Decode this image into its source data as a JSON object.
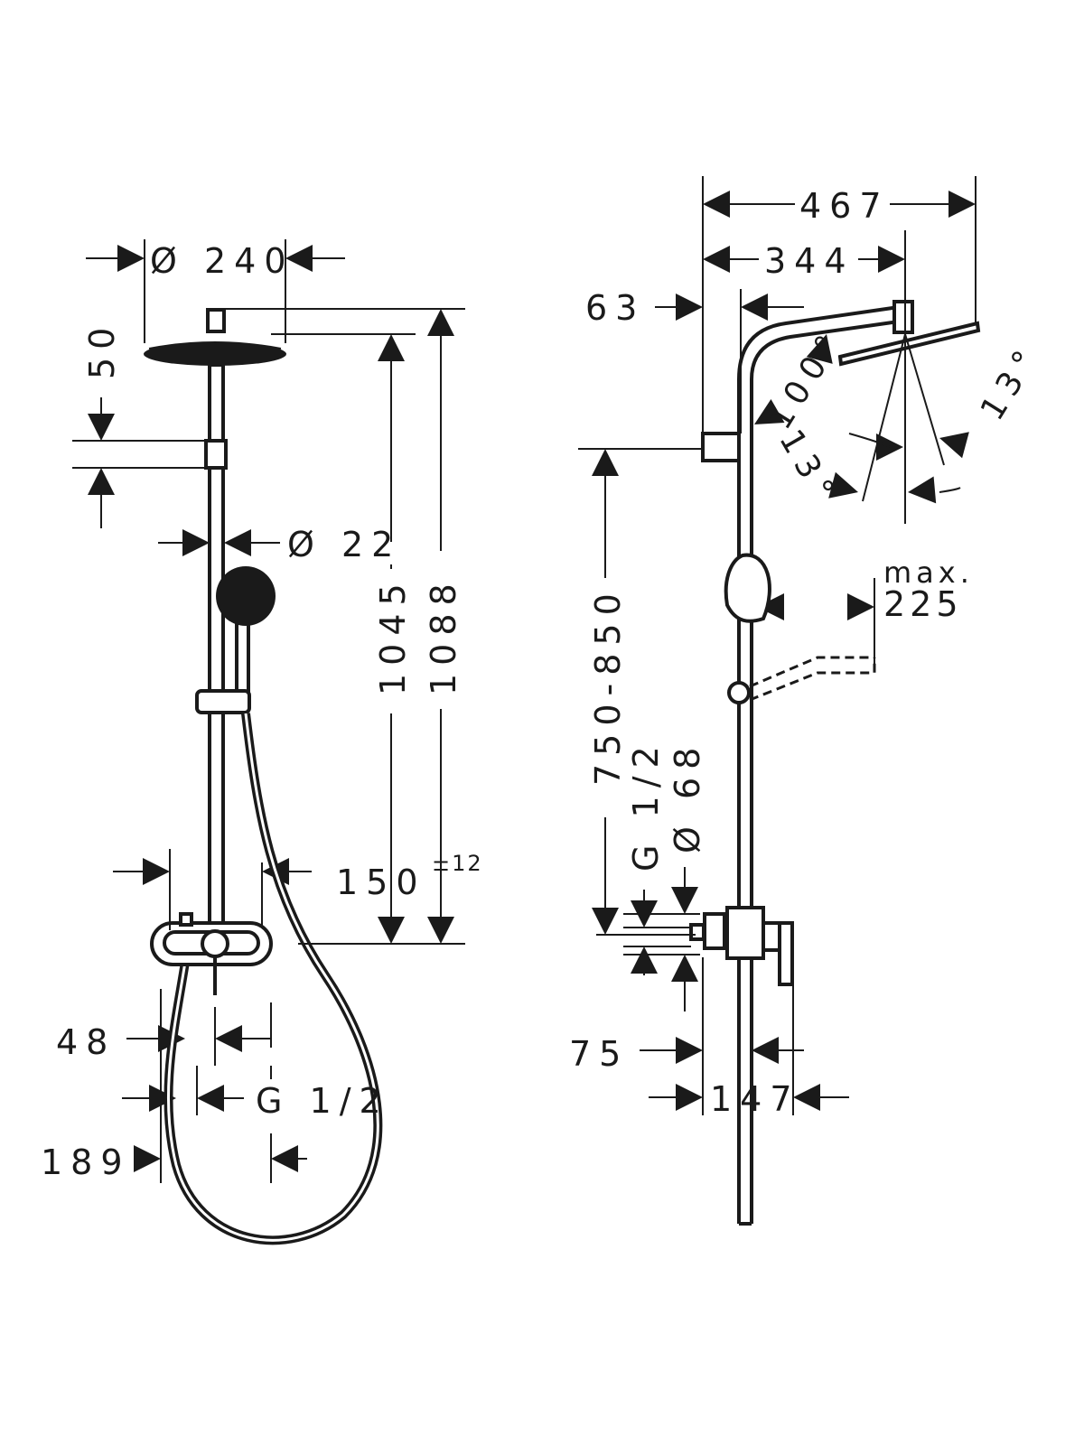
{
  "front_view": {
    "head_diameter": "Ø 240",
    "slider_height": "50",
    "pole_diameter": "Ø 22",
    "height_to_head": "1045",
    "total_height": "1088",
    "hose_offset": "150",
    "tolerance": "±12",
    "mixer_depth": "48",
    "connection": "G 1/2",
    "mixer_width": "189"
  },
  "side_view": {
    "total_projection": "467",
    "head_projection": "344",
    "wall_offset": "63",
    "arm_angle": "100°",
    "tilt_angle_left": "13°",
    "tilt_angle_right": "13°",
    "extension_prefix": "max.",
    "extension_value": "225",
    "mixer_height_range": "750-850",
    "connection": "G 1/2",
    "rosette_diameter": "Ø 68",
    "pole_offset": "75",
    "mixer_projection": "147"
  },
  "colors": {
    "ink": "#1a1a1a",
    "background": "#ffffff"
  }
}
